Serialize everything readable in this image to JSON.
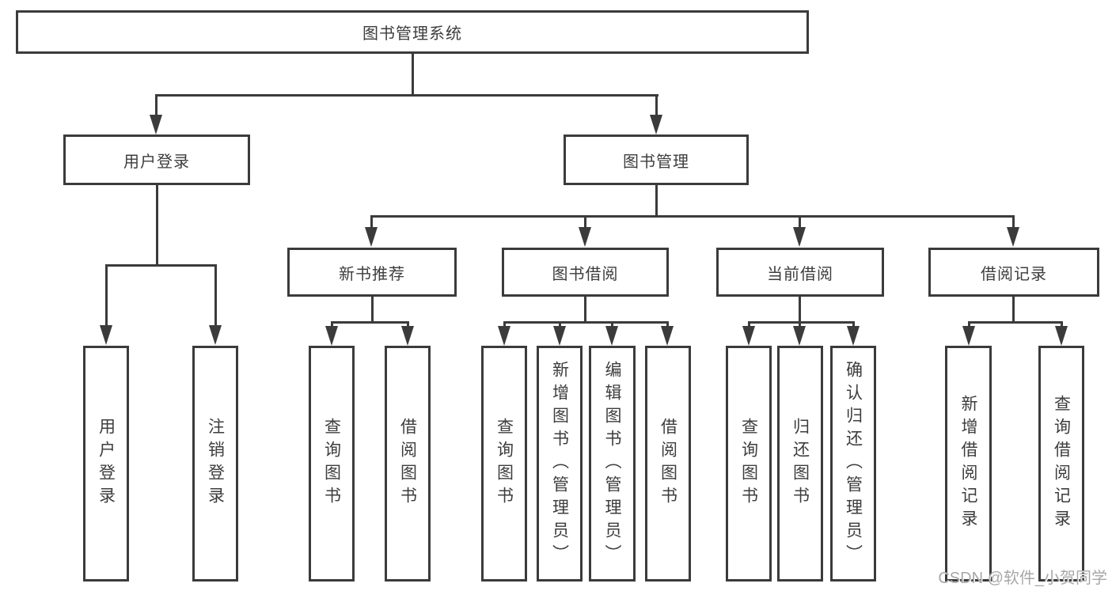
{
  "diagram": {
    "type": "hierarchy",
    "root": {
      "label": "图书管理系统"
    },
    "level2": [
      {
        "label": "用户登录"
      },
      {
        "label": "图书管理"
      }
    ],
    "level3": [
      {
        "label": "新书推荐",
        "parent": "图书管理"
      },
      {
        "label": "图书借阅",
        "parent": "图书管理"
      },
      {
        "label": "当前借阅",
        "parent": "图书管理"
      },
      {
        "label": "借阅记录",
        "parent": "图书管理"
      }
    ],
    "leaves": [
      {
        "label": "用户登录",
        "parent": "用户登录"
      },
      {
        "label": "注销登录",
        "parent": "用户登录"
      },
      {
        "label": "查询图书",
        "parent": "新书推荐"
      },
      {
        "label": "借阅图书",
        "parent": "新书推荐"
      },
      {
        "label": "查询图书",
        "parent": "图书借阅"
      },
      {
        "label": "新增图书（管理员）",
        "parent": "图书借阅"
      },
      {
        "label": "编辑图书（管理员）",
        "parent": "图书借阅"
      },
      {
        "label": "借阅图书",
        "parent": "图书借阅"
      },
      {
        "label": "查询图书",
        "parent": "当前借阅"
      },
      {
        "label": "归还图书",
        "parent": "当前借阅"
      },
      {
        "label": "确认归还（管理员）",
        "parent": "当前借阅"
      }
    ],
    "leaves2": [
      {
        "label": "新增借阅记录",
        "parent": "借阅记录"
      },
      {
        "label": "查询借阅记录",
        "parent": "借阅记录"
      }
    ]
  },
  "watermark": {
    "text": "CSDN @软件_小贺同学"
  },
  "colors": {
    "line": "#3b3b3b",
    "text": "#3d3d3d",
    "background": "#ffffff",
    "watermark": "#a8a8a8"
  }
}
